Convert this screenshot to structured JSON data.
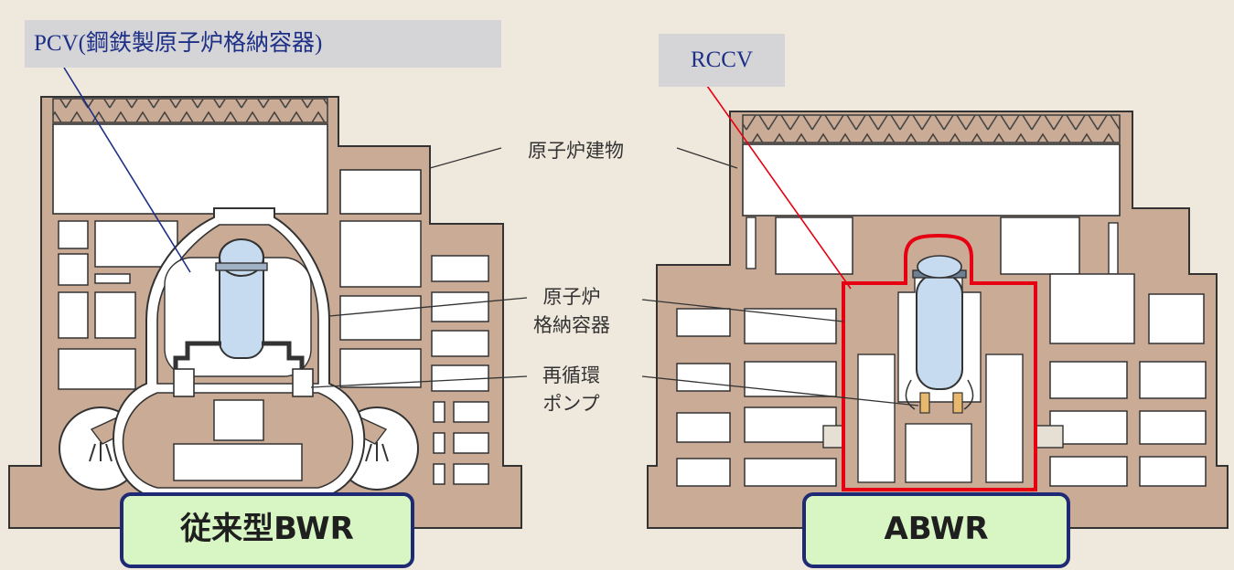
{
  "callouts": {
    "pcv": "PCV(鋼鉄製原子炉格納容器)",
    "rccv": "RCCV"
  },
  "labels": {
    "reactor_building": "原子炉建物",
    "containment_line1": "原子炉",
    "containment_line2": "格納容器",
    "pump_line1": "再循環",
    "pump_line2": "ポンプ"
  },
  "titles": {
    "conventional": "従来型BWR",
    "advanced": "ABWR"
  },
  "colors": {
    "wall": "#c9ab96",
    "room": "#ffffff",
    "vessel": "#c6dbef",
    "rccv_outline": "#e60012",
    "leader_blue": "#1d2f87",
    "title_fill": "#d7f6c3"
  }
}
